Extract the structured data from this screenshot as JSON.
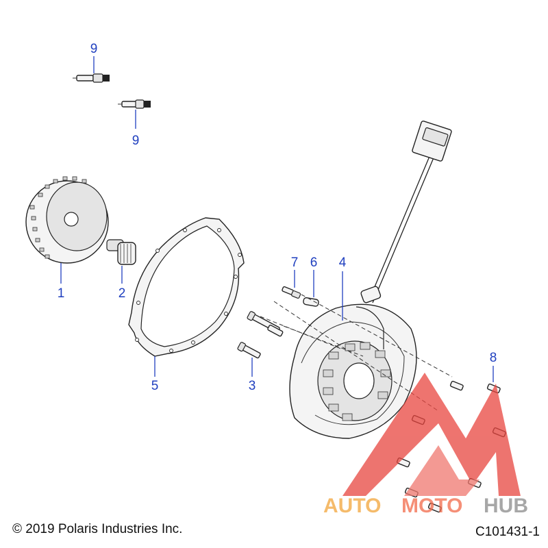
{
  "callouts": {
    "c9a": "9",
    "c9b": "9",
    "c1": "1",
    "c2": "2",
    "c5": "5",
    "c7": "7",
    "c6": "6",
    "c4": "4",
    "c3": "3",
    "c8": "8"
  },
  "footer": {
    "copyright": "© 2019 Polaris Industries Inc.",
    "figure_id": "C101431-1"
  },
  "colors": {
    "callout": "#1f3fbf",
    "watermark_red": "#e8463f",
    "watermark_orange": "#f2a53a",
    "watermark_gray": "#8a8a8a"
  },
  "watermark": {
    "logo_text": "AUTOMOTOHUB"
  }
}
